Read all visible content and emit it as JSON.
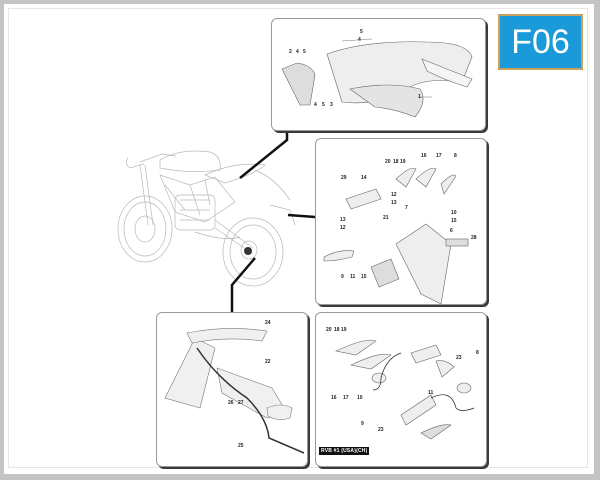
{
  "page": {
    "code": "F06",
    "badge_color": "#1a9ad8",
    "badge_border_color": "#c9a15c"
  },
  "overview": {
    "subject": "motorcycle-rear-three-quarter-view",
    "leader_color": "#111111"
  },
  "panels": [
    {
      "id": "panel-1",
      "subject": "rear-tail-light-and-subframe",
      "callouts": [
        "5",
        "4",
        "2",
        "4",
        "5",
        "4",
        "5",
        "3",
        "1"
      ]
    },
    {
      "id": "panel-2",
      "subject": "license-plate-holder-and-turn-signals",
      "callouts": [
        "20",
        "18",
        "19",
        "16",
        "17",
        "8",
        "29",
        "14",
        "12",
        "13",
        "7",
        "21",
        "10",
        "15",
        "13",
        "12",
        "6",
        "28",
        "9",
        "11",
        "15"
      ]
    },
    {
      "id": "panel-3",
      "subject": "license-plate-holder-wiring",
      "callouts": [
        "24",
        "22",
        "26",
        "27",
        "25"
      ]
    },
    {
      "id": "panel-4",
      "subject": "turn-signal-assemblies",
      "callouts": [
        "20",
        "18",
        "19",
        "8",
        "23",
        "16",
        "17",
        "10",
        "11",
        "9",
        "23"
      ],
      "footnote": "RVB #1 (USA)(CH)"
    }
  ]
}
